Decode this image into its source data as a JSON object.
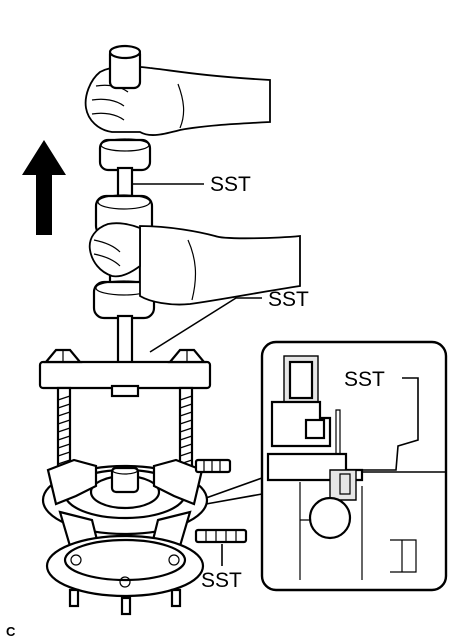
{
  "labels": {
    "sst_top": "SST",
    "sst_middle": "SST",
    "sst_inset": "SST",
    "sst_bottom": "SST"
  },
  "figure_code": "C"
}
